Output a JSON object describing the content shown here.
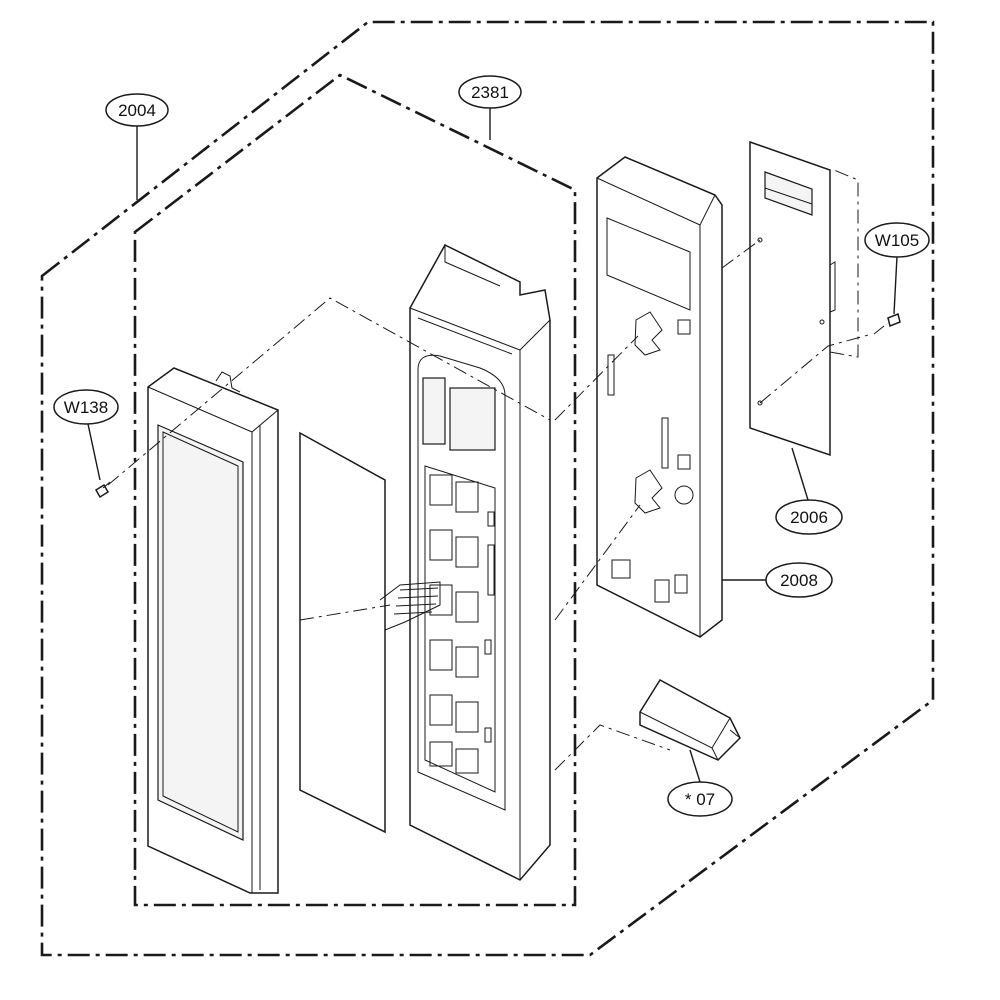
{
  "diagram": {
    "colors": {
      "line": "#1a1a1a",
      "part_fill": "#ffffff",
      "window_fill": "#f2f2f2",
      "background": "#ffffff"
    },
    "callouts": {
      "assembly_outer": "2004",
      "assembly_inner": "2381",
      "screw_left": "W138",
      "screw_right": "W105",
      "pcb": "2006",
      "frame": "2008",
      "button": "* 07"
    }
  }
}
